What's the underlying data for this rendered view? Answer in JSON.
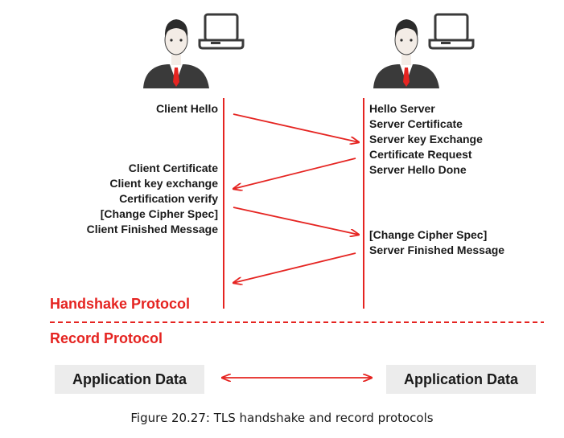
{
  "colors": {
    "accent_red": "#e52421",
    "text": "#1a1a1a",
    "box_fill": "#ececec",
    "figure_dark": "#3a3a3a",
    "skin": "#f3ece6"
  },
  "icons": {
    "client": [
      "person-icon",
      "laptop-icon"
    ],
    "server": [
      "person-icon",
      "laptop-icon"
    ]
  },
  "client_messages": {
    "hello": "Client Hello",
    "group2": [
      "Client Certificate",
      "Client key exchange",
      "Certification verify",
      "[Change Cipher Spec]",
      "Client Finished Message"
    ]
  },
  "server_messages": {
    "group1": [
      "Hello Server",
      "Server Certificate",
      "Server key Exchange",
      "Certificate Request",
      "Server Hello Done"
    ],
    "group2": [
      "[Change Cipher Spec]",
      "Server Finished Message"
    ]
  },
  "handshake_label": "Handshake Protocol",
  "record_label": "Record Protocol",
  "app_data_left": "Application Data",
  "app_data_right": "Application Data",
  "caption": "Figure 20.27: TLS handshake and record protocols"
}
